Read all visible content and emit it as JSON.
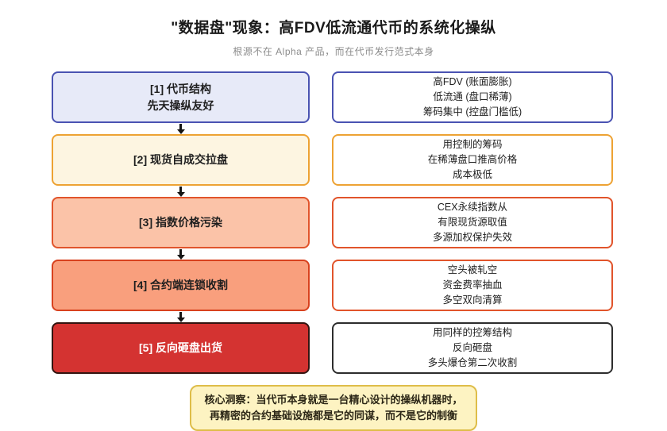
{
  "header": {
    "title": "\"数据盘\"现象：高FDV低流通代币的系统化操纵",
    "subtitle": "根源不在 Alpha 产品，而在代币发行范式本身"
  },
  "flow": {
    "steps": [
      {
        "label_lines": [
          "[1] 代币结构",
          "先天操纵友好"
        ],
        "detail_lines": [
          "高FDV (账面膨胀)",
          "低流通 (盘口稀薄)",
          "筹码集中 (控盘门槛低)"
        ],
        "fill": "#e7eaf8",
        "border": "#4a53b2",
        "label_color": "#1f1f1f",
        "detail_border": "#4a53b2"
      },
      {
        "label_lines": [
          "[2] 现货自成交拉盘"
        ],
        "detail_lines": [
          "用控制的筹码",
          "在稀薄盘口推高价格",
          "成本极低"
        ],
        "fill": "#fdf5e1",
        "border": "#eda233",
        "label_color": "#1f1f1f",
        "detail_border": "#eda233"
      },
      {
        "label_lines": [
          "[3] 指数价格污染"
        ],
        "detail_lines": [
          "CEX永续指数从",
          "有限现货源取值",
          "多源加权保护失效"
        ],
        "fill": "#fbc3a8",
        "border": "#e1542b",
        "label_color": "#1f1f1f",
        "detail_border": "#e1542b"
      },
      {
        "label_lines": [
          "[4] 合约端连锁收割"
        ],
        "detail_lines": [
          "空头被轧空",
          "资金费率抽血",
          "多空双向清算"
        ],
        "fill": "#f99f7d",
        "border": "#d8411e",
        "label_color": "#1f1f1f",
        "detail_border": "#e1542b"
      },
      {
        "label_lines": [
          "[5] 反向砸盘出货"
        ],
        "detail_lines": [
          "用同样的控筹结构",
          "反向砸盘",
          "多头爆仓第二次收割"
        ],
        "fill": "#d43331",
        "border": "#331410",
        "label_color": "#ffffff",
        "detail_border": "#2d2d2d"
      }
    ],
    "arrow_color": "#141414"
  },
  "footer": {
    "insight_lines": [
      "核心洞察：当代币本身就是一台精心设计的操纵机器时，",
      "再精密的合约基础设施都是它的同谋，而不是它的制衡"
    ]
  }
}
